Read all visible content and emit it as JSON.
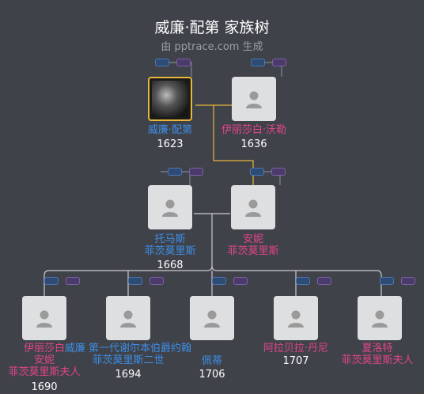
{
  "header": {
    "title": "威廉·配第 家族树",
    "subtitle": "由 pptrace.com 生成"
  },
  "people": {
    "william": {
      "name": "威廉·配第",
      "year": "1623"
    },
    "elizabeth": {
      "name": "伊丽莎白·沃勒",
      "year": "1636"
    },
    "thomas": {
      "name_line1": "托马斯",
      "name_line2": "菲茨莫里斯",
      "year": "1668"
    },
    "anne": {
      "name_line1": "安妮",
      "name_line2": "菲茨莫里斯",
      "year": ""
    },
    "child1": {
      "name_line1": "伊丽莎白",
      "name_line2": "安妮",
      "name_line3": "菲茨莫里斯夫人",
      "year": "1690"
    },
    "child2": {
      "name_line1": "威廉  第一代谢尔本伯爵约翰",
      "name_line2": "菲茨莫里斯二世",
      "year": "1694"
    },
    "child3": {
      "name_line1": "佩蒂",
      "year": "1706"
    },
    "child4": {
      "name_line1": "阿拉贝拉·丹尼",
      "year": "1707"
    },
    "child5": {
      "name_line1": "夏洛特",
      "name_line2": "菲茨莫里斯夫人",
      "year": ""
    }
  },
  "colors": {
    "male": "#3d8ee7",
    "female": "#e2458a",
    "highlight": "#e7b73d",
    "background": "#3f4249"
  },
  "icons": {
    "avatar": "person-silhouette-icon"
  }
}
